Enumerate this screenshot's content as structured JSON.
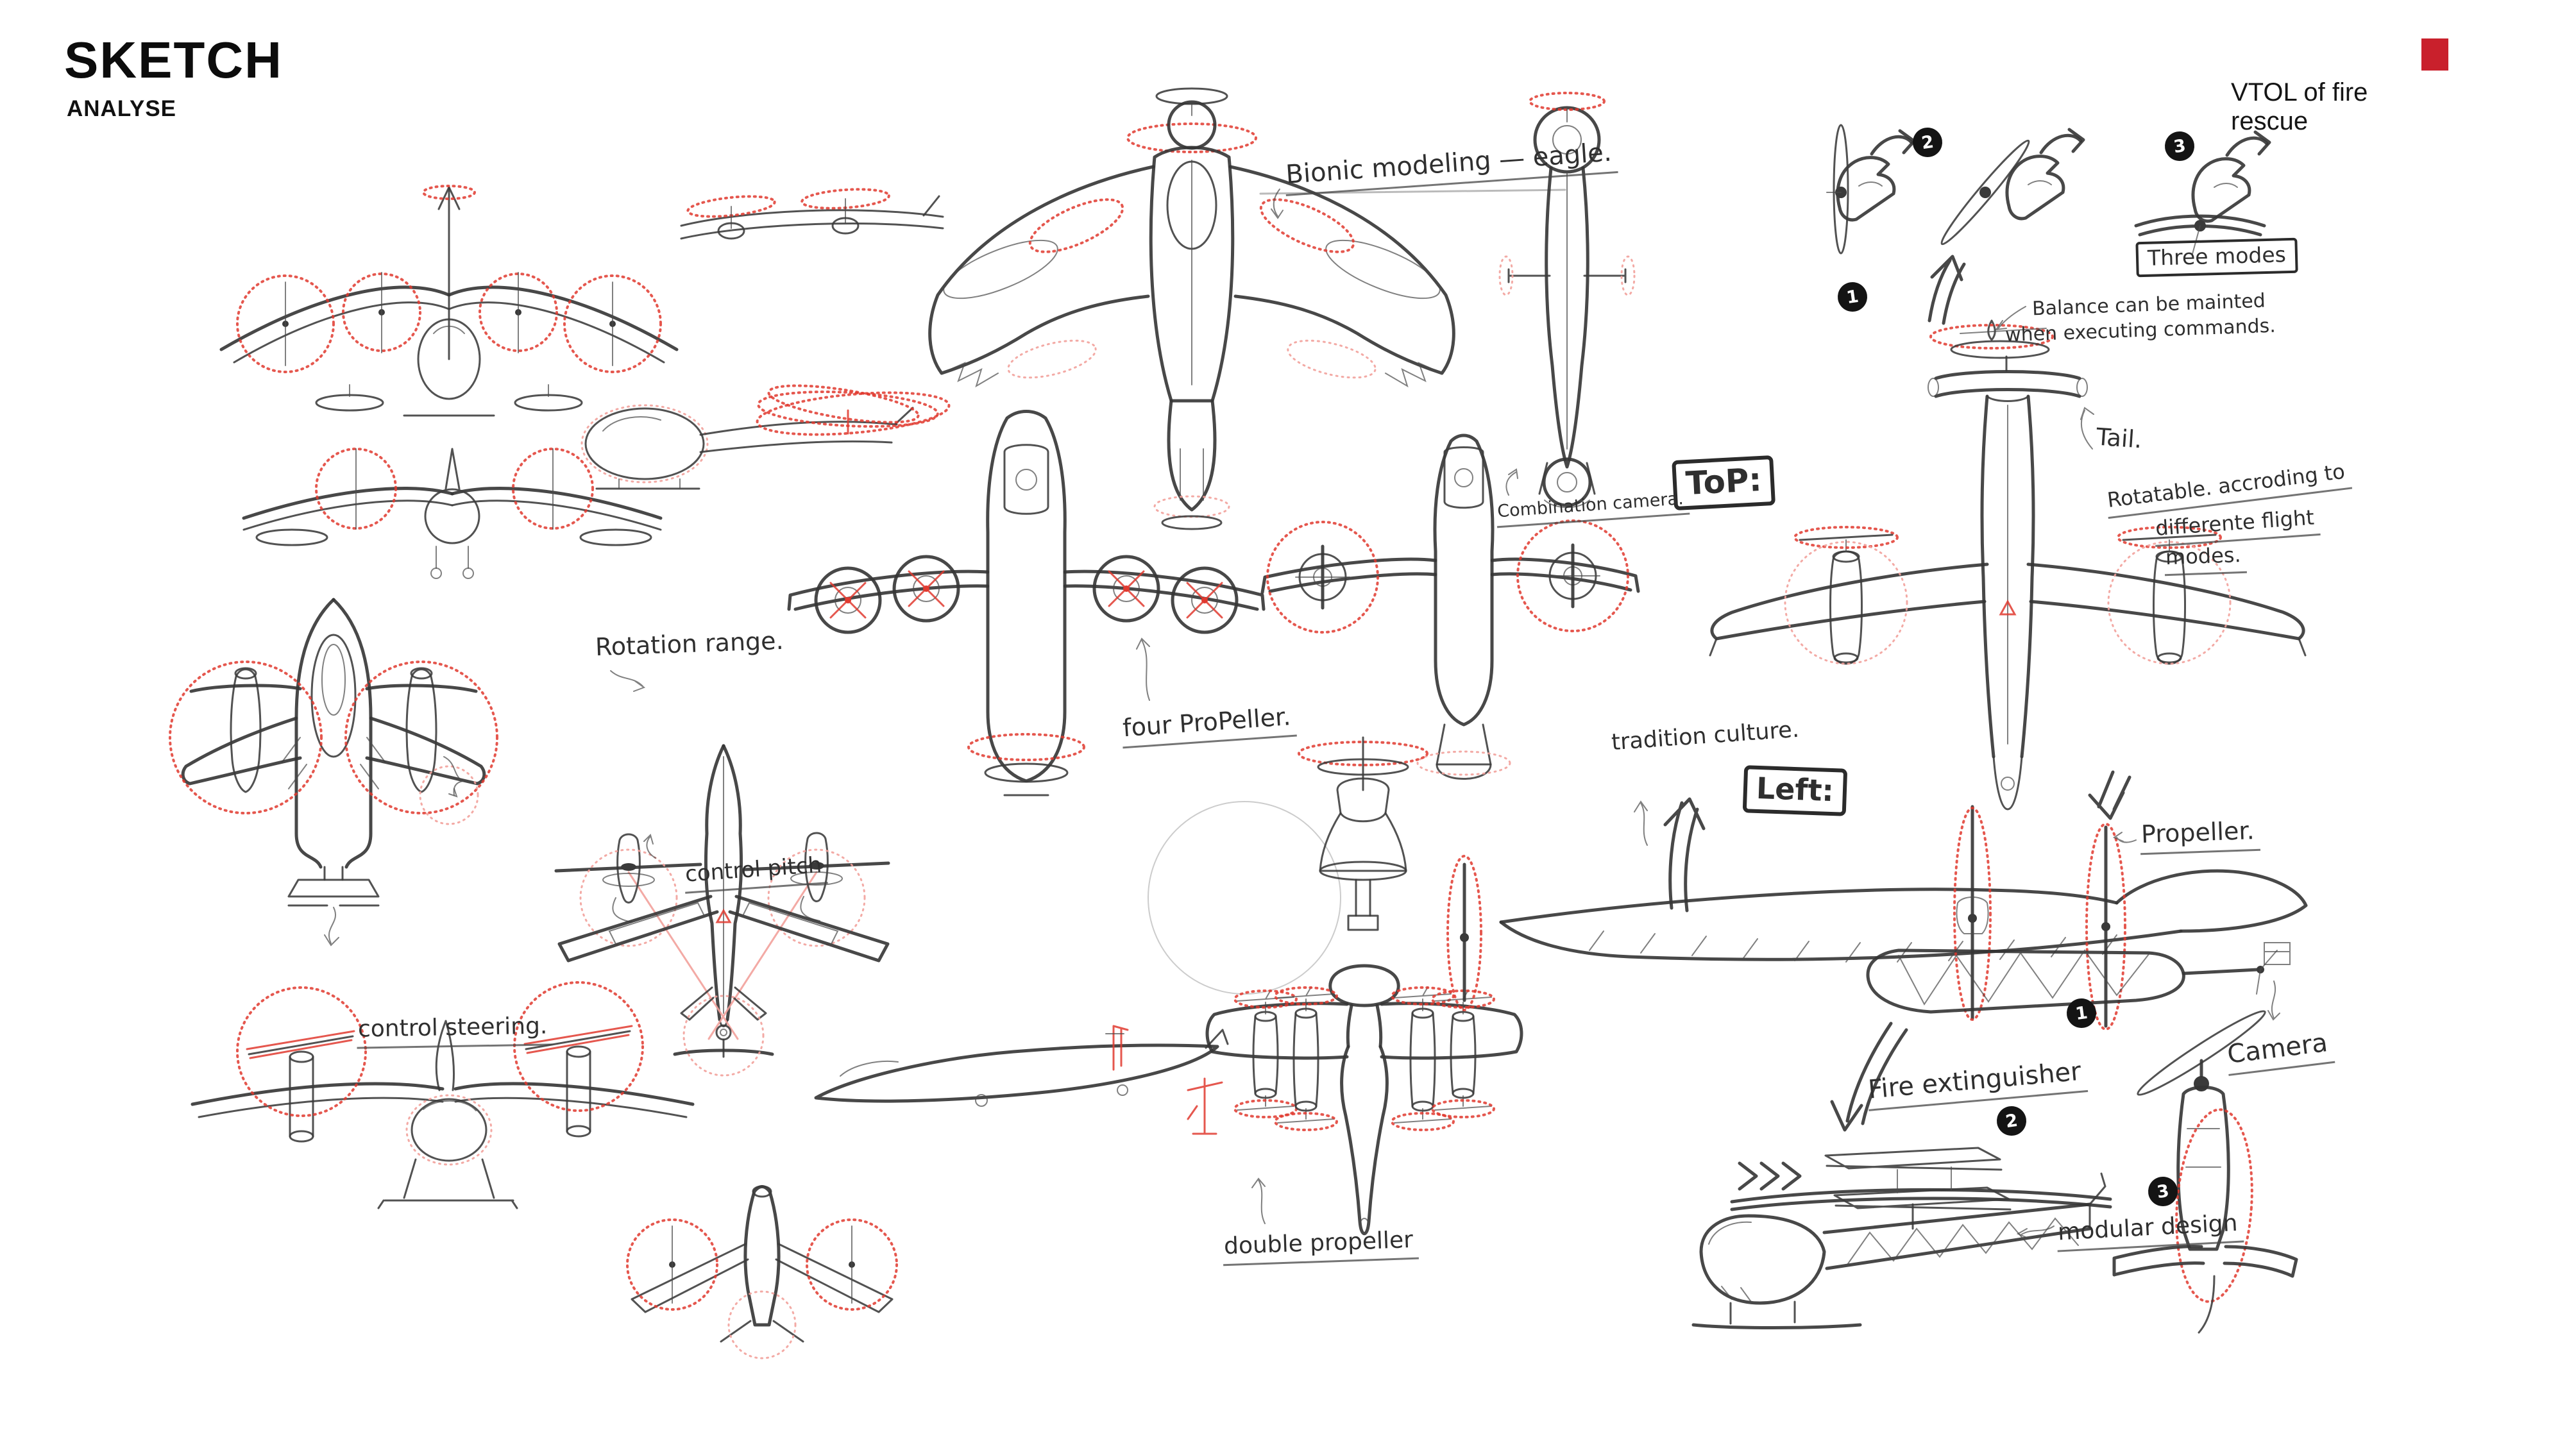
{
  "header": {
    "title": "SKETCH",
    "subtitle": "ANALYSE",
    "project_label": "VTOL of fire rescue",
    "accent_color": "#c9202c"
  },
  "annotations": {
    "bionic_modeling": "Bionic modeling — eagle.",
    "three_modes": "Three modes",
    "balance_line1": "Balance can be mainted",
    "balance_line2": "when executing commands.",
    "tail": "Tail.",
    "rotatable_line1": "Rotatable. accroding to",
    "rotatable_line2": "differente flight",
    "rotatable_line3": "modes.",
    "top_view_label": "ToP:",
    "combination_camera": "Combination camera.",
    "rotation_range": "Rotation range.",
    "four_propeller": "four ProPeller.",
    "tradition_culture": "tradition culture.",
    "left_view_label": "Left:",
    "propeller": "Propeller.",
    "control_pitch": "control pitch",
    "control_steering": "control steering.",
    "fire_extinguisher": "Fire extinguisher",
    "camera": "Camera",
    "modular_design": "modular design",
    "double_propeller": "double propeller"
  },
  "badges": {
    "top": [
      "1",
      "2",
      "3"
    ],
    "bottom": [
      "1",
      "2",
      "3"
    ]
  }
}
